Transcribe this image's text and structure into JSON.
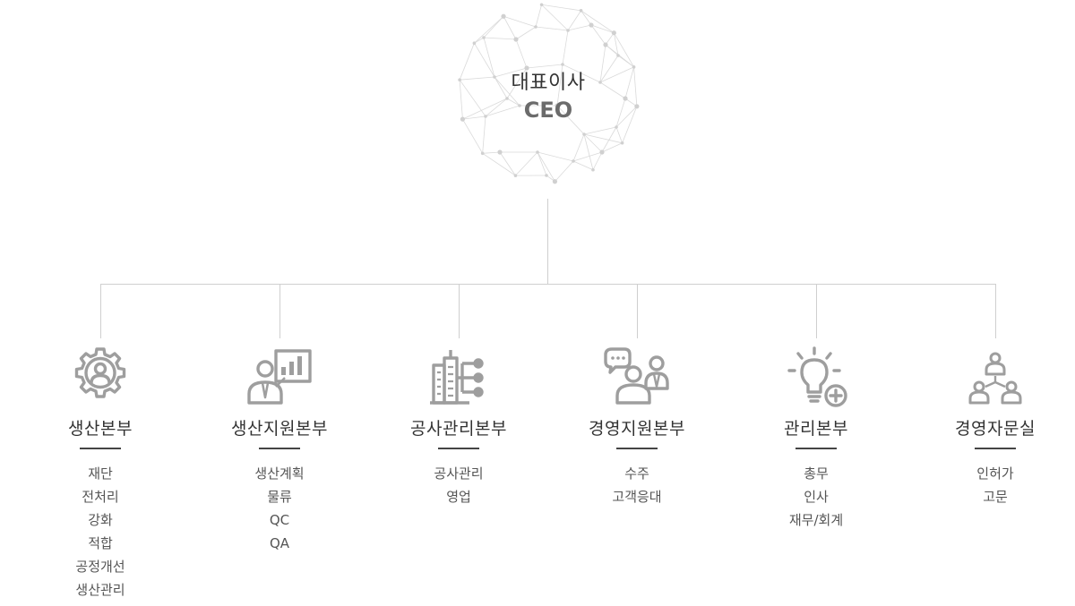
{
  "ceo": {
    "title_kr": "대표이사",
    "title_en": "CEO"
  },
  "departments": [
    {
      "title": "생산본부",
      "icon": "gear-person-icon",
      "items": [
        "재단",
        "전처리",
        "강화",
        "적합",
        "공정개선",
        "생산관리"
      ]
    },
    {
      "title": "생산지원본부",
      "icon": "presenter-chart-icon",
      "items": [
        "생산계획",
        "물류",
        "QC",
        "QA"
      ]
    },
    {
      "title": "공사관리본부",
      "icon": "building-network-icon",
      "items": [
        "공사관리",
        "영업"
      ]
    },
    {
      "title": "경영지원본부",
      "icon": "people-chat-icon",
      "items": [
        "수주",
        "고객응대"
      ]
    },
    {
      "title": "관리본부",
      "icon": "lightbulb-plus-icon",
      "items": [
        "총무",
        "인사",
        "재무/회계"
      ]
    },
    {
      "title": "경영자문실",
      "icon": "org-network-icon",
      "items": [
        "인허가",
        "고문"
      ]
    }
  ],
  "colors": {
    "line": "#cfcfcf",
    "icon": "#9e9e9e",
    "text": "#333333",
    "accent_bar": "#444444"
  }
}
